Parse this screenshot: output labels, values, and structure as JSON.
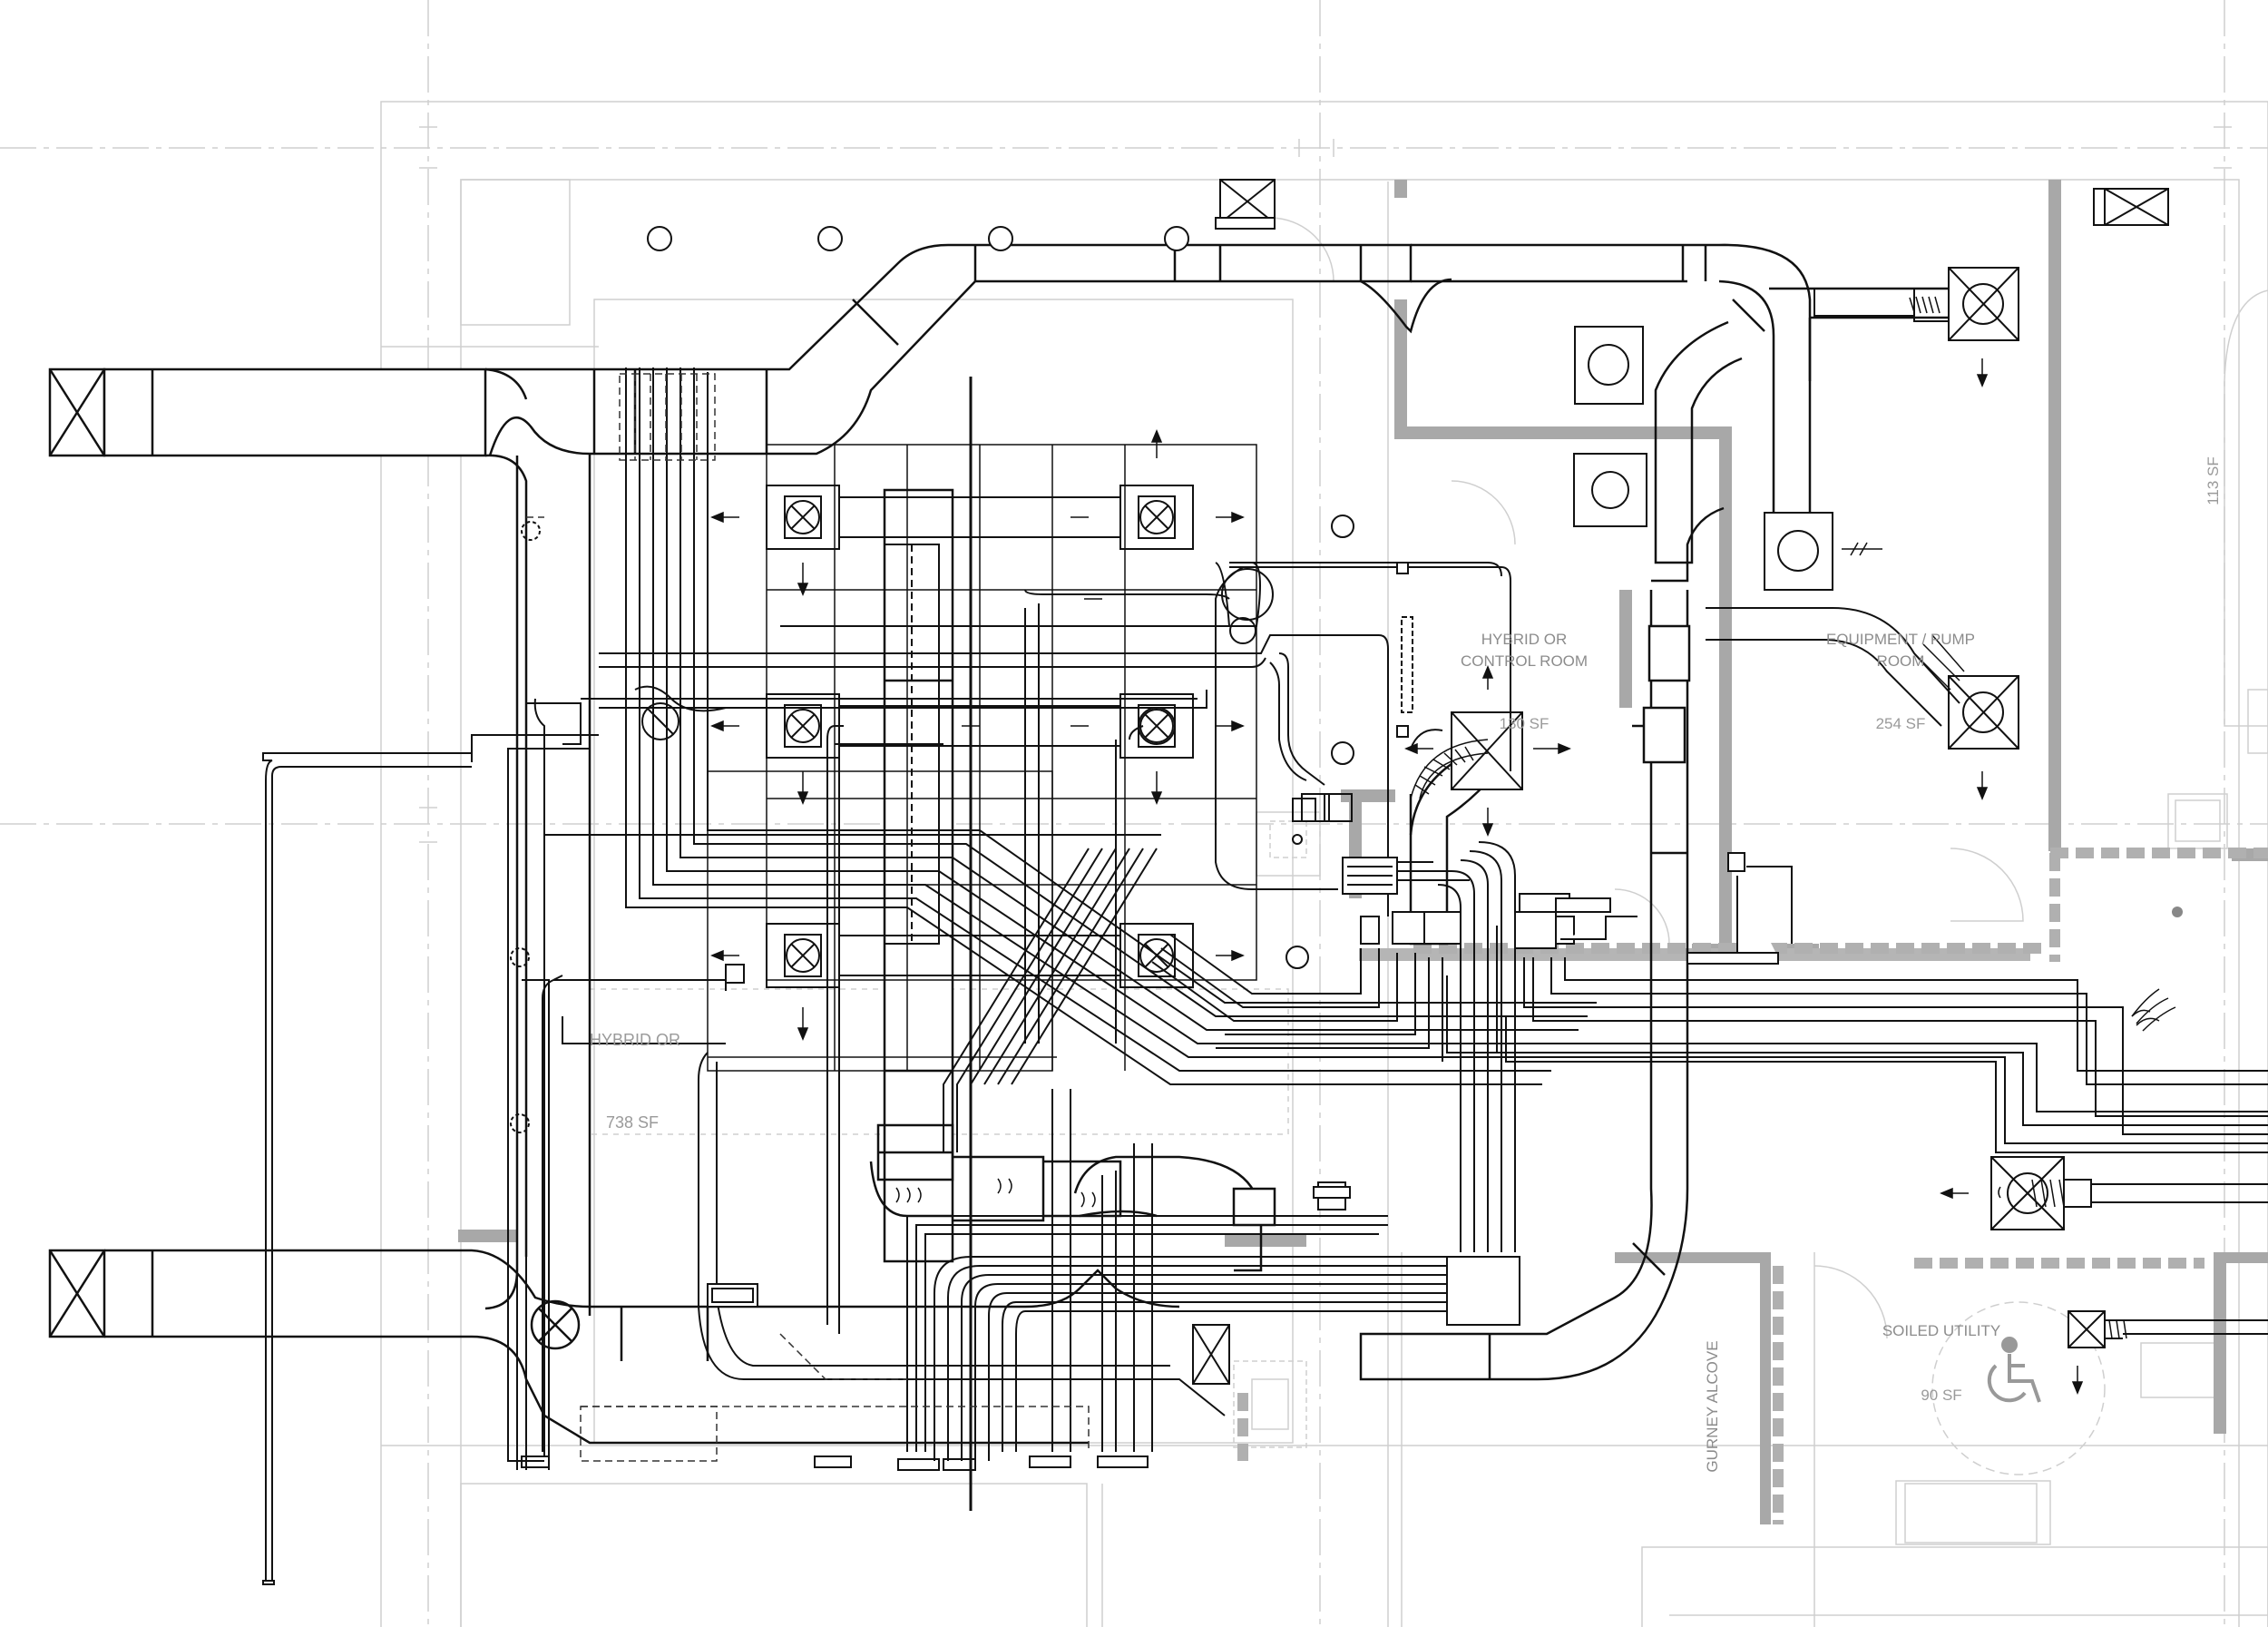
{
  "drawing": {
    "rooms": [
      {
        "name": "HYBRID OR",
        "area": "738 SF"
      },
      {
        "name": "HYBRID OR CONTROL ROOM",
        "name_line1": "HYBRID OR",
        "name_line2": "CONTROL ROOM",
        "area": "130 SF"
      },
      {
        "name": "EQUIPMENT / PUMP ROOM",
        "name_line1": "EQUIPMENT / PUMP",
        "name_line2": "ROOM",
        "area": "254 SF"
      },
      {
        "name": "SOILED UTILITY",
        "area": "90 SF"
      },
      {
        "name": "GURNEY ALCOVE"
      },
      {
        "area": "113 SF"
      }
    ],
    "colors": {
      "duct_line": "#111111",
      "wall_gray": "#a0a0a0",
      "grid_line": "#c8c8c8",
      "label_gray": "#9a9a9a"
    },
    "icons": [
      "accessibility-icon",
      "diffuser-icon",
      "exhaust-fan-icon"
    ]
  }
}
